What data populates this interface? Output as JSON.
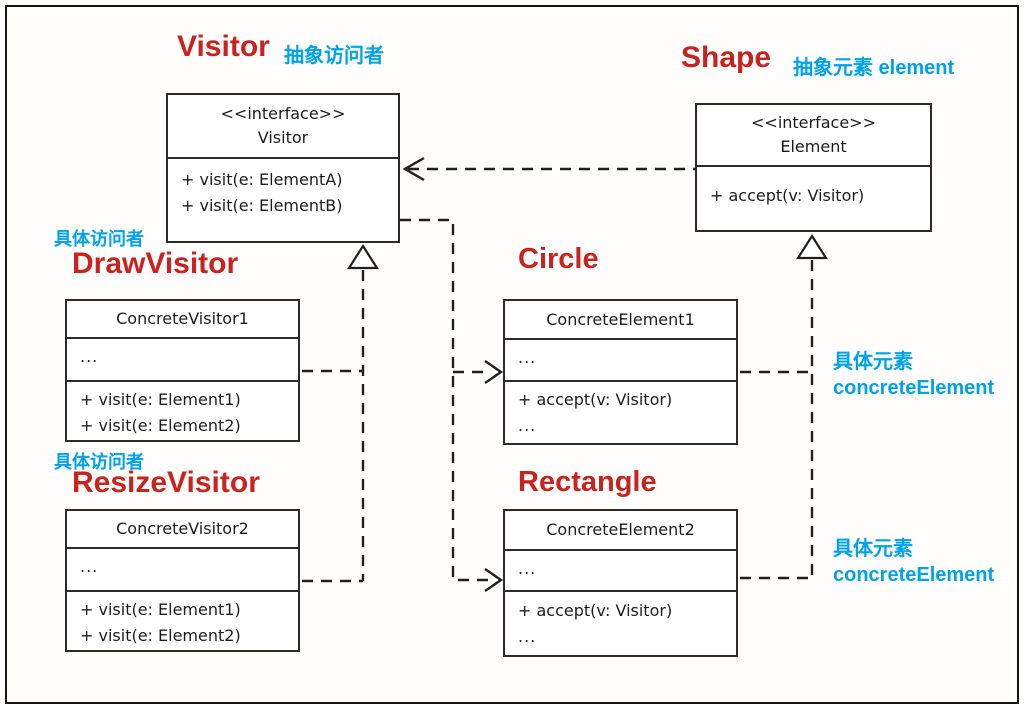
{
  "colors": {
    "red": "#c8231e",
    "cyan": "#00a2e8",
    "line": "#1f1f1f"
  },
  "annotations": {
    "visitor_en": "Visitor",
    "visitor_zh": "抽象访问者",
    "shape_en": "Shape",
    "shape_zh": "抽象元素 element",
    "draw_visitor_zh": "具体访问者",
    "draw_visitor_en": "DrawVisitor",
    "circle_en": "Circle",
    "resize_visitor_zh": "具体访问者",
    "resize_visitor_en": "ResizeVisitor",
    "rectangle_en": "Rectangle",
    "note_circle": {
      "zh": "具体元素",
      "en": "concreteElement"
    },
    "note_rectangle": {
      "zh": "具体元素",
      "en": "concreteElement"
    }
  },
  "classes": {
    "visitor_interface": {
      "stereotype": "<<interface>>",
      "name": "Visitor",
      "methods": [
        "+ visit(e: ElementA)",
        "+ visit(e: ElementB)"
      ]
    },
    "element_interface": {
      "stereotype": "<<interface>>",
      "name": "Element",
      "methods": [
        "+ accept(v: Visitor)"
      ]
    },
    "concrete_visitor1": {
      "name": "ConcreteVisitor1",
      "attributes": "...",
      "methods": [
        "+ visit(e: Element1)",
        "+ visit(e: Element2)"
      ]
    },
    "concrete_element1": {
      "name": "ConcreteElement1",
      "attributes": "...",
      "methods": [
        "+ accept(v: Visitor)",
        "..."
      ]
    },
    "concrete_visitor2": {
      "name": "ConcreteVisitor2",
      "attributes": "...",
      "methods": [
        "+ visit(e: Element1)",
        "+ visit(e: Element2)"
      ]
    },
    "concrete_element2": {
      "name": "ConcreteElement2",
      "attributes": "...",
      "methods": [
        "+ accept(v: Visitor)",
        "..."
      ]
    }
  }
}
